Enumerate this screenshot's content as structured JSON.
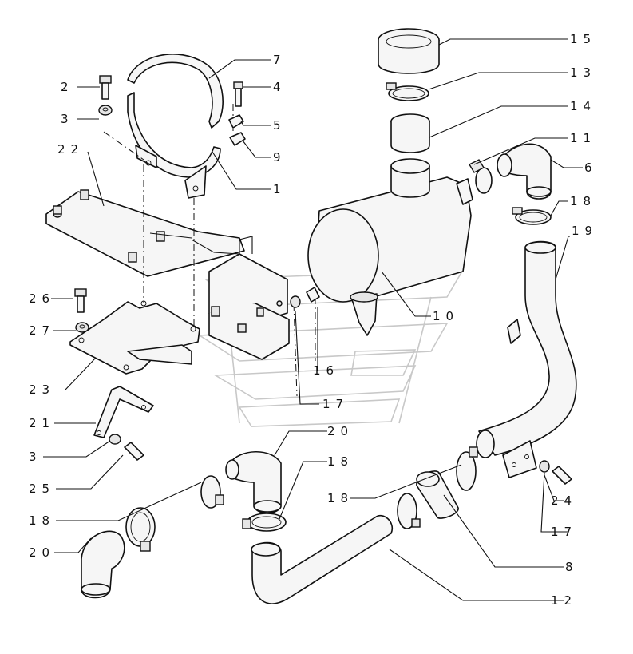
{
  "diagram": {
    "callouts": [
      {
        "id": "c2a",
        "text": "2"
      },
      {
        "id": "c3a",
        "text": "3"
      },
      {
        "id": "c7",
        "text": "7"
      },
      {
        "id": "c4",
        "text": "4"
      },
      {
        "id": "c5",
        "text": "5"
      },
      {
        "id": "c9",
        "text": "9"
      },
      {
        "id": "c1",
        "text": "1"
      },
      {
        "id": "c22",
        "text": "22"
      },
      {
        "id": "c15",
        "text": "15"
      },
      {
        "id": "c13",
        "text": "13"
      },
      {
        "id": "c14",
        "text": "14"
      },
      {
        "id": "c11",
        "text": "11"
      },
      {
        "id": "c6",
        "text": "6"
      },
      {
        "id": "c18a",
        "text": "18"
      },
      {
        "id": "c19",
        "text": "19"
      },
      {
        "id": "c10",
        "text": "10"
      },
      {
        "id": "c26",
        "text": "26"
      },
      {
        "id": "c27",
        "text": "27"
      },
      {
        "id": "c16",
        "text": "16"
      },
      {
        "id": "c23",
        "text": "23"
      },
      {
        "id": "c17a",
        "text": "17"
      },
      {
        "id": "c21",
        "text": "21"
      },
      {
        "id": "c20a",
        "text": "20"
      },
      {
        "id": "c3b",
        "text": "3"
      },
      {
        "id": "c25",
        "text": "25"
      },
      {
        "id": "c18b",
        "text": "18"
      },
      {
        "id": "c18c",
        "text": "18"
      },
      {
        "id": "c24",
        "text": "24"
      },
      {
        "id": "c18d",
        "text": "18"
      },
      {
        "id": "c17b",
        "text": "17"
      },
      {
        "id": "c20b",
        "text": "20"
      },
      {
        "id": "c8",
        "text": "8"
      },
      {
        "id": "c12",
        "text": "12"
      }
    ]
  }
}
